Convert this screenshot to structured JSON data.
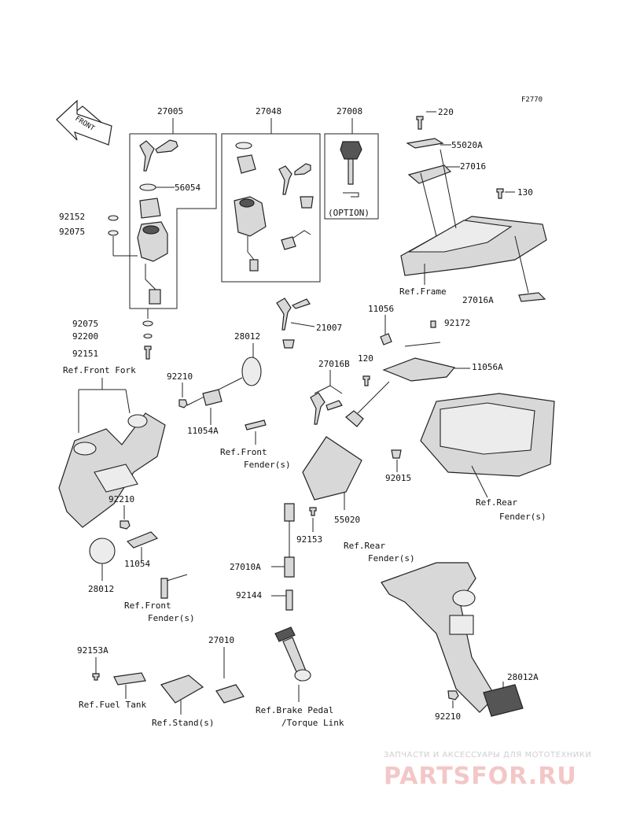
{
  "figure_code": "F2770",
  "direction_tag": "FRONT",
  "labels": {
    "p27005": "27005",
    "p27048": "27048",
    "p27008": "27008",
    "p220": "220",
    "p55020A": "55020A",
    "p27016": "27016",
    "p130": "130",
    "p56054": "56054",
    "p92152": "92152",
    "p92075a": "92075",
    "option": "(OPTION)",
    "ref_frame": "Ref.Frame",
    "p27016A": "27016A",
    "p11056": "11056",
    "p92172": "92172",
    "p92075b": "92075",
    "p92200": "92200",
    "p92151": "92151",
    "p21007": "21007",
    "p28012a": "28012",
    "p120": "120",
    "p11056A": "11056A",
    "ref_front_fork": "Ref.Front Fork",
    "p92210a": "92210",
    "p27016B": "27016B",
    "p11054A": "11054A",
    "ref_front_fender_a1": "Ref.Front",
    "ref_front_fender_a2": "Fender(s)",
    "p92015": "92015",
    "ref_rear_fender_a1": "Ref.Rear",
    "ref_rear_fender_a2": "Fender(s)",
    "p92210b": "92210",
    "p55020": "55020",
    "p92153": "92153",
    "p11054": "11054",
    "ref_rear_fender_b1": "Ref.Rear",
    "ref_rear_fender_b2": "Fender(s)",
    "p28012b": "28012",
    "p27010A": "27010A",
    "ref_front_fender_b1": "Ref.Front",
    "ref_front_fender_b2": "Fender(s)",
    "p92144": "92144",
    "p27010": "27010",
    "p92153A": "92153A",
    "p28012A": "28012A",
    "ref_fuel_tank": "Ref.Fuel Tank",
    "ref_brake_pedal1": "Ref.Brake Pedal",
    "ref_brake_pedal2": "/Torque Link",
    "ref_stand": "Ref.Stand(s)",
    "p92210c": "92210"
  },
  "watermark": {
    "top_text": "ЗАПЧАСТИ И АКСЕССУАРЫ ДЛЯ МОТОТЕХНИКИ",
    "main_text": "PARTSFOR.RU"
  },
  "colors": {
    "line": "#222222",
    "part_fill": "#d8d8d8",
    "part_dark": "#555555",
    "watermark_red": "#f3c7c7",
    "watermark_grey": "#cfcfcf"
  }
}
